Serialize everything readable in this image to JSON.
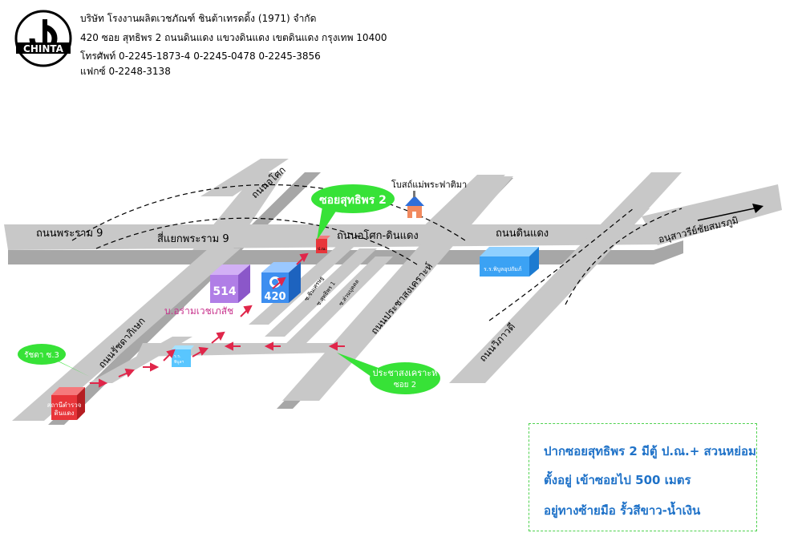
{
  "header": {
    "logo_text": "CHINTA",
    "company": "บริษัท โรงงานผลิตเวชภัณฑ์ ชินต้าเทรดดิ้ง (1971) จำกัด",
    "address": "420 ซอย สุทธิพร 2  ถนนดินแดง แขวงดินแดง เขตดินแดง กรุงเทพ 10400",
    "phone": "โทรศัพท์ 0-2245-1873-4 0-2245-0478 0-2245-3856",
    "fax": "แฟกซ์     0-2248-3138"
  },
  "roads": {
    "rama9": "ถนนพระราม 9",
    "rama9_junction": "สี่แยกพระราม 9",
    "asoke_din_daeng": "ถนนอโศก-ดินแดง",
    "din_daeng": "ถนนดินแดง",
    "asoke": "ถนนอโศก",
    "victory_monument": "อนุสาวรีย์ชัยสมรภูมิ",
    "ratchadaphisek": "ถนนรัชดาภิเษก",
    "pracha_songkhro": "ถนนประชาสงเคราะห์",
    "vibhavadi": "ถนนวิภาวดี",
    "soi_small_1": "ซ.ชินเศรษฐ",
    "soi_small_2": "ซ.สุทธิพร 1",
    "soi_small_3": "ซ.ส่วนบุคคล"
  },
  "callouts": {
    "soi_suthiporn2": "ซอยสุทธิพร 2",
    "ratchada_soi3": "รัชดา ซ.3",
    "pracha_songkhro_soi2_l1": "ประชาสงเคราะห์",
    "pracha_songkhro_soi2_l2": "ซอย 2"
  },
  "landmarks": {
    "church": "โบสถ์แม่พระฟาติมา",
    "building_514": "514",
    "building_420": "420",
    "aram": "บ.อร่ามเวชเภสัช",
    "school": "ร.ร.พิบูลอุปถัมภ์",
    "police_station_l1": "สถานีตำรวจ",
    "police_station_l2": "ดินแดง",
    "small_building_label": "ป.ณ.",
    "school_small_l1": "ร.ร.",
    "school_small_l2": "พิบูลฯ"
  },
  "info": {
    "line1": "ปากซอยสุทธิพร 2  มีตู้ ป.ณ.+ สวนหย่อม",
    "line2": "ตั้งอยู่ เข้าซอยไป 500 เมตร",
    "line3": "อยู่ทางซ้ายมือ รั้วสีขาว-น้ำเงิน"
  },
  "colors": {
    "road": "#c8c8c8",
    "road_shadow": "#a7a7a7",
    "callout": "#37e237",
    "route_arrow": "#e0264a",
    "building_514": "#b07ee6",
    "building_420": "#3d8ef0",
    "info_text": "#1f72c8",
    "school": "#3ba2f4",
    "station": "#e8353a"
  }
}
